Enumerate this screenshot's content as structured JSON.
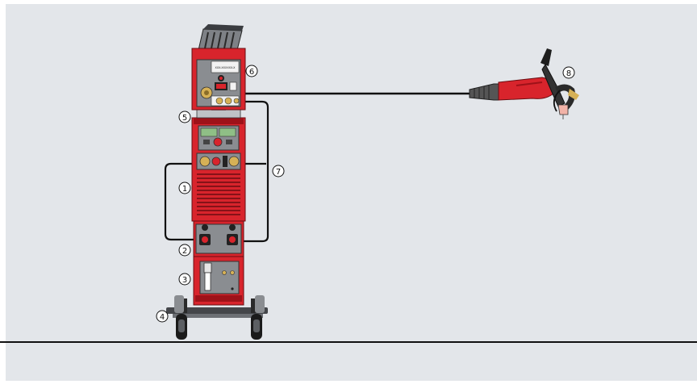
{
  "diagram": {
    "callouts": [
      {
        "id": "power-source",
        "label": "1"
      },
      {
        "id": "cooling-unit",
        "label": "2"
      },
      {
        "id": "gas-bottle-holder",
        "label": "3"
      },
      {
        "id": "trolley",
        "label": "4"
      },
      {
        "id": "interconnecting-hosepack-holder",
        "label": "5"
      },
      {
        "id": "wire-feeder",
        "label": "6"
      },
      {
        "id": "interconnecting-hosepack",
        "label": "7"
      },
      {
        "id": "welding-torch",
        "label": "8"
      }
    ],
    "panel_text": "XXX-XXXXXX-X"
  },
  "colors": {
    "background": "#e3e6ea",
    "machine_red": "#d8242c",
    "dark_red": "#9e1219",
    "metal_grey": "#8a8d91",
    "dark": "#222222",
    "connector_gold": "#d6b156",
    "panel_green": "#8fbf86"
  }
}
